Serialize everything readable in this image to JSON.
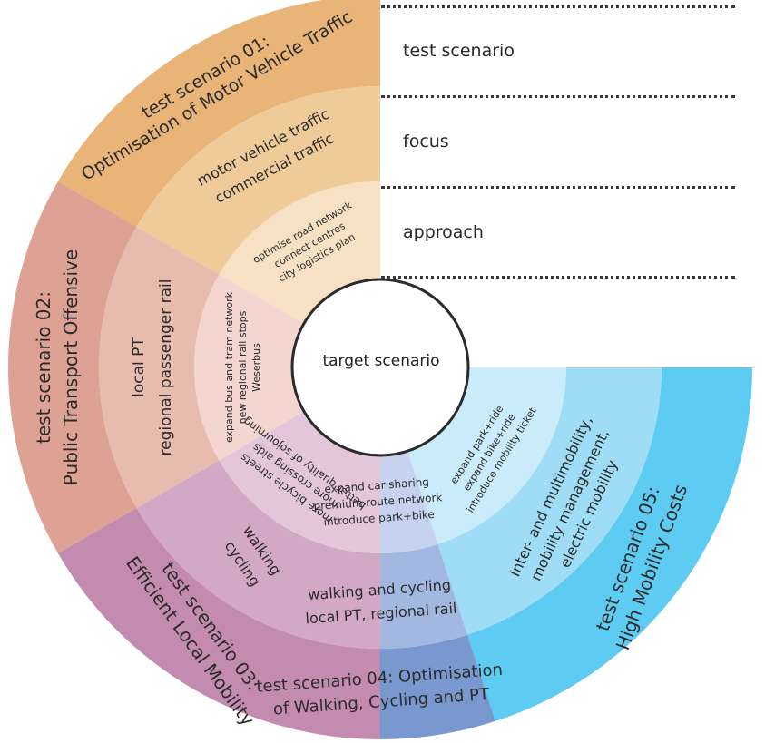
{
  "center": {
    "label": "target scenario"
  },
  "legend": {
    "ring_outer": "test scenario",
    "ring_middle": "focus",
    "ring_inner": "approach"
  },
  "scenarios": [
    {
      "colors": {
        "outer": "#e8b477",
        "middle": "#efcb9a",
        "inner": "#f6e1c4"
      },
      "outer": [
        "test scenario 01:",
        "Optimisation of Motor Vehicle Traffic"
      ],
      "middle": [
        "motor vehicle traffic",
        "commercial traffic"
      ],
      "inner": [
        "optimise road network",
        "connect centres",
        "city logistics plan"
      ]
    },
    {
      "colors": {
        "outer": "#dea295",
        "middle": "#e8bbaf",
        "inner": "#f2d6cf"
      },
      "outer": [
        "test scenario 02:",
        "Public Transport Offensive"
      ],
      "middle": [
        "local PT",
        "regional passenger rail"
      ],
      "inner": [
        "expand bus and tram network",
        "new regional rail stops",
        "Weserbus"
      ]
    },
    {
      "colors": {
        "outer": "#c48bb1",
        "middle": "#d3a7c6",
        "inner": "#e3c6da"
      },
      "outer": [
        "test scenario 03:",
        "Efficient Local Mobility"
      ],
      "middle": [
        "walking",
        "cycling"
      ],
      "inner": [
        "more bicycle streets",
        "more crossing aids",
        "better quality of sojourning"
      ]
    },
    {
      "colors": {
        "outer": "#7a98d0",
        "middle": "#a3b8e0",
        "inner": "#c7d3ee"
      },
      "outer": [
        "test scenario 04: Optimisation",
        "of Walking, Cycling and PT"
      ],
      "middle": [
        "walking and cycling",
        "local PT, regional rail"
      ],
      "inner": [
        "expand car sharing",
        "premium route network",
        "introduce park+bike"
      ]
    },
    {
      "colors": {
        "outer": "#5ecbf3",
        "middle": "#9fdcf6",
        "inner": "#c9ebfa"
      },
      "outer": [
        "test scenario 05:",
        "High Mobility Costs"
      ],
      "middle": [
        "Inter- and multimobility,",
        "mobility management,",
        "electric mobility"
      ],
      "inner": [
        "expand park+ride",
        "expand bike+ride",
        "introduce mobility ticket"
      ]
    }
  ]
}
